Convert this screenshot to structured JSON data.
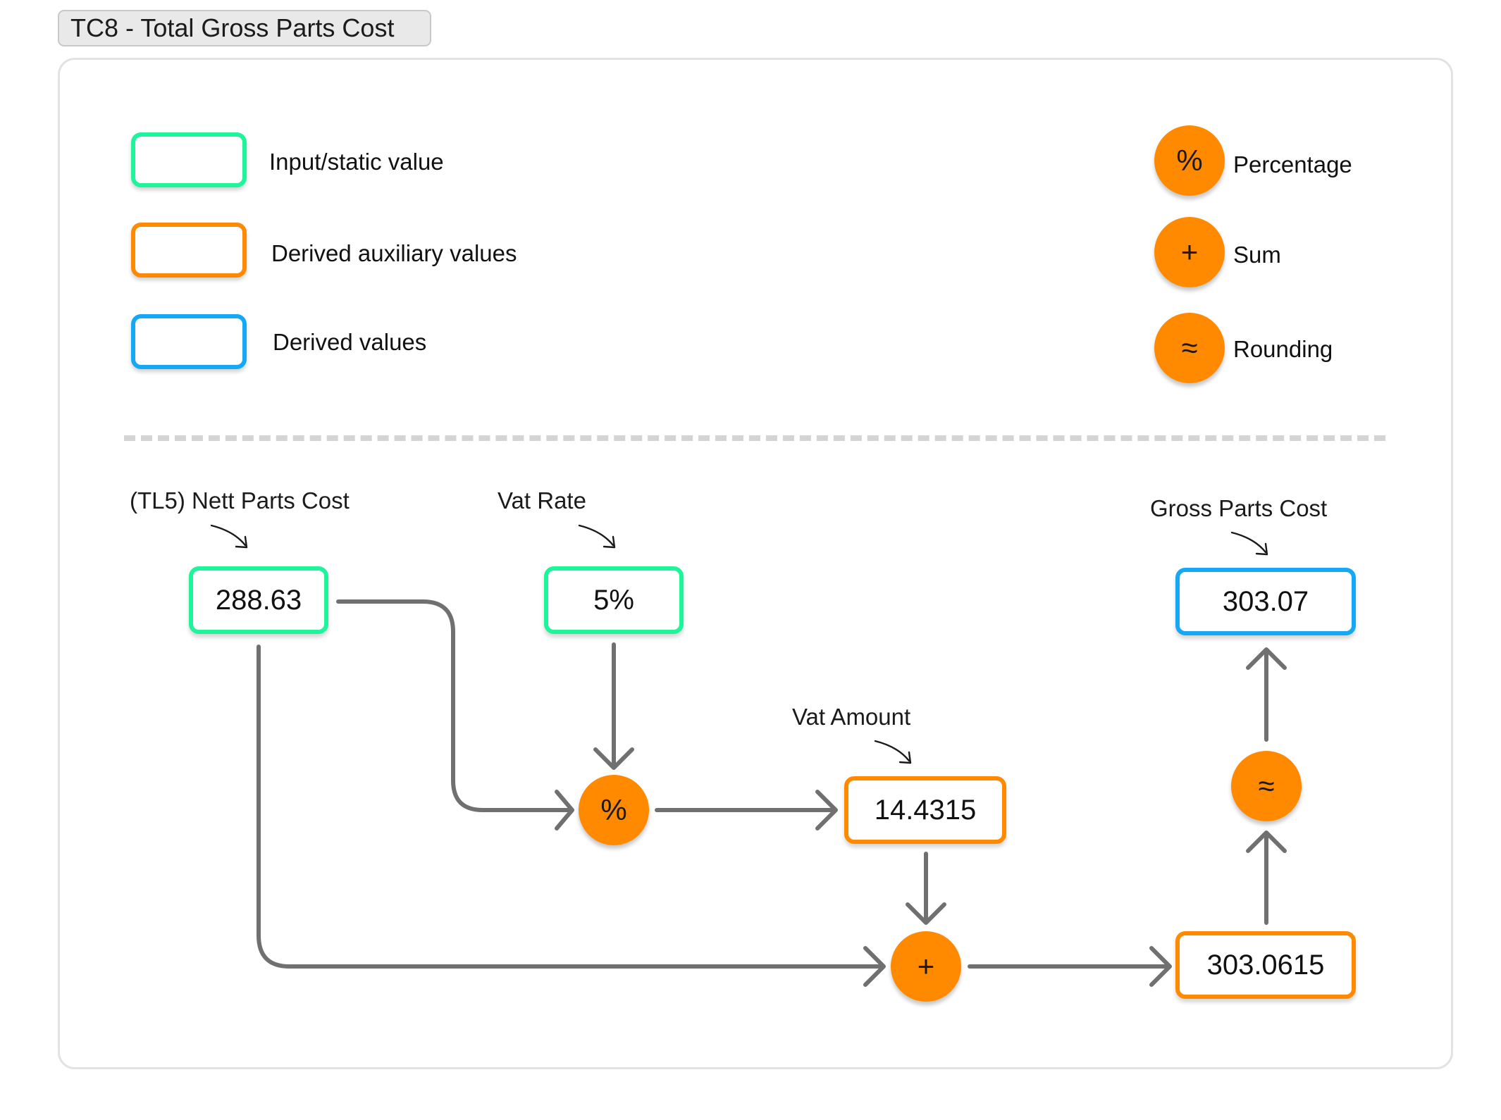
{
  "title": "TC8 - Total Gross Parts Cost",
  "legend": {
    "boxes": [
      {
        "label": "Input/static value",
        "color": "#1ef59a"
      },
      {
        "label": "Derived auxiliary values",
        "color": "#ff8a00"
      },
      {
        "label": "Derived values",
        "color": "#15a9f5"
      }
    ],
    "operators": [
      {
        "symbol": "%",
        "label": "Percentage"
      },
      {
        "symbol": "+",
        "label": "Sum"
      },
      {
        "symbol": "≈",
        "label": "Rounding"
      }
    ]
  },
  "nodes": {
    "nett_parts_cost": {
      "label": "(TL5) Nett Parts Cost",
      "value": "288.63"
    },
    "vat_rate": {
      "label": "Vat Rate",
      "value": "5%"
    },
    "vat_amount": {
      "label": "Vat Amount",
      "value": "14.4315"
    },
    "sum_result": {
      "value": "303.0615"
    },
    "gross_parts_cost": {
      "label": "Gross Parts Cost",
      "value": "303.07"
    }
  },
  "operators": {
    "percentage": "%",
    "sum": "+",
    "rounding": "≈"
  },
  "colors": {
    "input": "#1ef59a",
    "auxiliary": "#ff8a00",
    "derived": "#15a9f5",
    "operator": "#ff8a00",
    "connector": "#707070"
  }
}
